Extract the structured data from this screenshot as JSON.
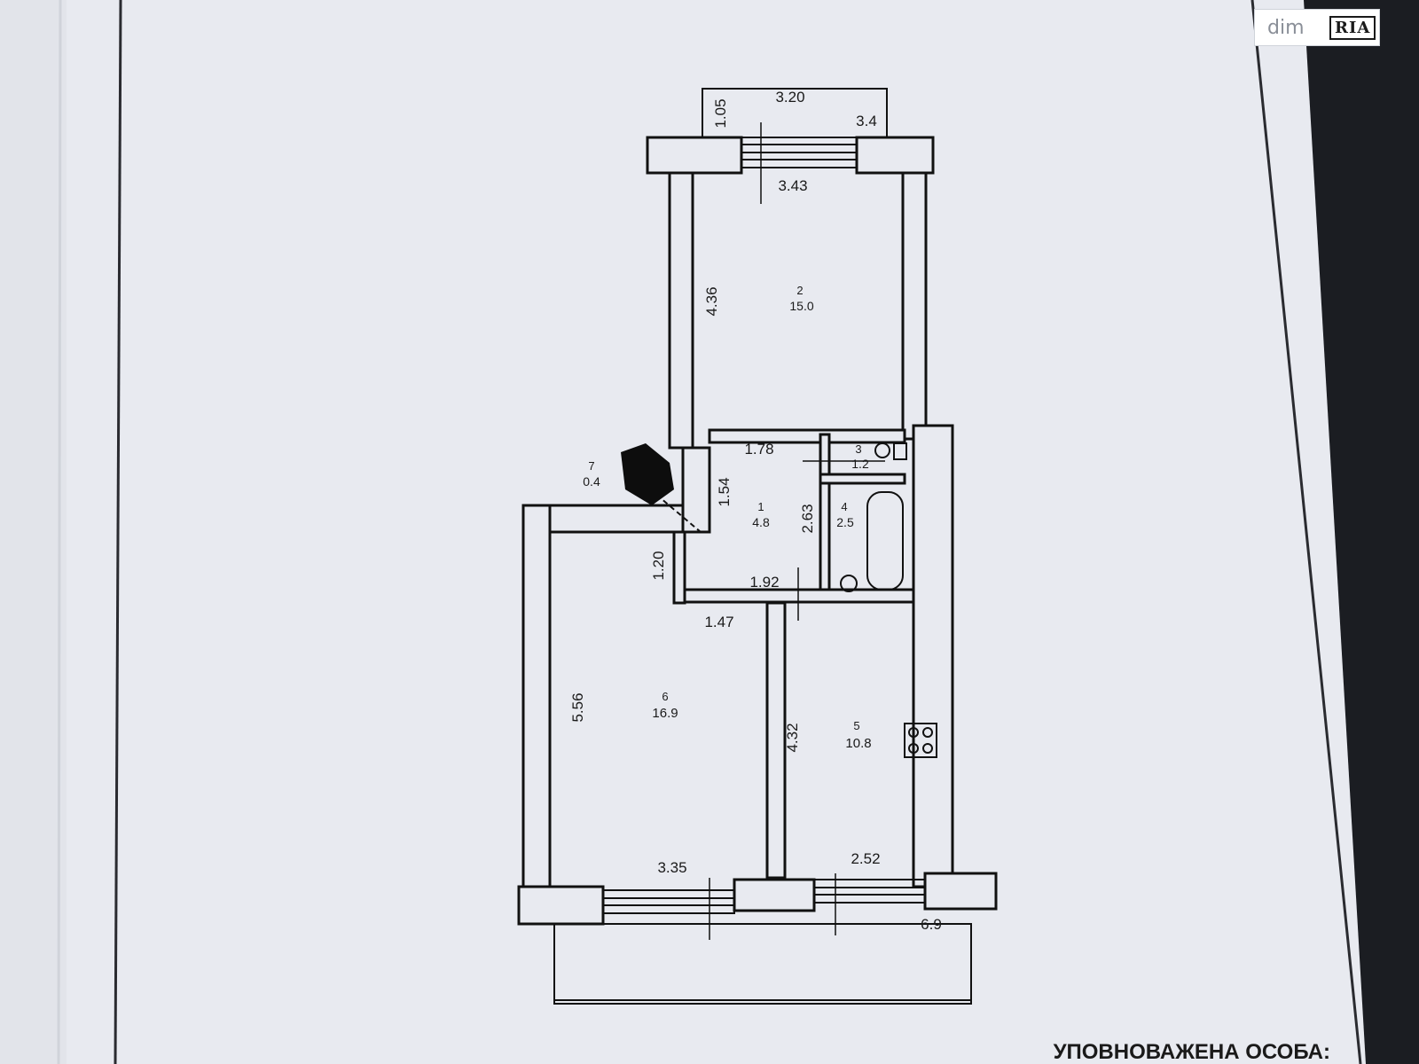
{
  "watermark": {
    "left": "dim",
    "right": "RIA"
  },
  "rooms": [
    {
      "number": "1",
      "area": "4.8"
    },
    {
      "number": "2",
      "area": "15.0"
    },
    {
      "number": "3",
      "area": "1.2"
    },
    {
      "number": "4",
      "area": "2.5"
    },
    {
      "number": "5",
      "area": "10.8"
    },
    {
      "number": "6",
      "area": "16.9"
    },
    {
      "number": "7",
      "area": "0.4"
    }
  ],
  "dimensions": {
    "top_width": "3.20",
    "top_depth": "1.05",
    "top_balcony": "3.4",
    "room2_width": "3.43",
    "room2_height": "4.36",
    "hall_width": "1.78",
    "hall_height": "1.54",
    "bath_height": "2.63",
    "closet_height": "1.20",
    "hall_bottom": "1.92",
    "passage": "1.47",
    "room6_height": "5.56",
    "room5_height": "4.32",
    "room6_width": "3.35",
    "room5_width": "2.52",
    "bottom_balcony": "6.9"
  },
  "footer_text": "УПОВНОВАЖЕНА ОСОБА:"
}
